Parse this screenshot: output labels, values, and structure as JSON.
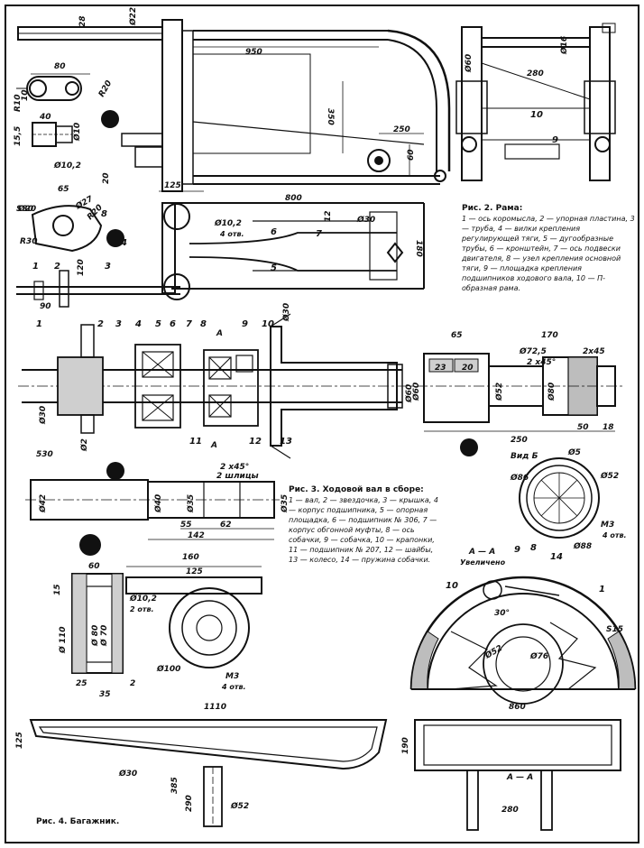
{
  "fig2": {
    "title": "Рис. 2. Рама:",
    "legend": "1 — ось коромысла, 2 — упорная пластина, 3 — труба, 4 — вилки крепления регулирующей тяги, 5 — дугообразные трубы, 6 — кронштейн, 7 — ось подвески двигателя, 8 — узел крепления основной тяги, 9 — площадка крепления подшипников ходового вала, 10 — П-образная рама."
  },
  "fig3": {
    "title": "Рис. 3. Ходовой вал в сборе:",
    "legend": "1 — вал, 2 — звездочка, 3 — крышка, 4 — корпус подшипника, 5 — опорная площадка, 6 — подшипник № 306, 7 — корпус обгонной муфты, 8 — ось собачки, 9 — собачка, 10 — крапонки, 11 — подшипник № 207, 12 — шайбы, 13 — колесо, 14 — пружина собачки."
  },
  "fig4": {
    "title": "Рис. 4. Багажник."
  },
  "frame_top": {
    "dims": [
      "950",
      "350",
      "250",
      "60",
      "125",
      "20",
      "Ø22",
      "28",
      "R20",
      "80",
      "Ø16"
    ],
    "dims_right": [
      "280",
      "Ø60",
      "Ø16"
    ],
    "callouts": [
      "10",
      "9"
    ]
  },
  "frame_plan": {
    "dims": [
      "800",
      "Ø10,2",
      "4 отв.",
      "Ø30",
      "12",
      "180",
      "Ø20",
      "65",
      "R20",
      "S30",
      "R30",
      "Ø27",
      "40",
      "15,5",
      "Ø10",
      "Ø10,2"
    ],
    "callouts": [
      "1",
      "2",
      "3",
      "4",
      "5",
      "6",
      "7",
      "8"
    ],
    "extra": [
      "90",
      "120",
      "Ø30",
      "10",
      "R10"
    ]
  },
  "shaft": {
    "callouts": [
      "1",
      "2",
      "3",
      "4",
      "5",
      "6",
      "7",
      "8",
      "9",
      "10",
      "11",
      "12",
      "13"
    ],
    "dims": [
      "Ø30",
      "Ø60",
      "Ø2"
    ],
    "section_marks": [
      "А",
      "А"
    ],
    "bottom_dims": [
      "530",
      "Ø42",
      "Ø40",
      "Ø35",
      "Ø35",
      "2 x45°",
      "2 шлицы",
      "55",
      "62",
      "142"
    ]
  },
  "hub": {
    "dims": [
      "65",
      "170",
      "Ø72,5",
      "2 x45°",
      "2x45",
      "23",
      "20",
      "Ø52",
      "Ø60",
      "Ø80",
      "50",
      "18",
      "250"
    ]
  },
  "view_b": {
    "label": "Вид Б",
    "dims": [
      "Ø5",
      "Ø52",
      "Ø86",
      "Ø88",
      "М3",
      "4 отв."
    ]
  },
  "section_aa": {
    "label": "А — А",
    "sublabel": "Увеличено",
    "callouts": [
      "10",
      "9",
      "8",
      "14",
      "1"
    ],
    "dims": [
      "30°",
      "Ø52",
      "Ø76",
      "S15"
    ]
  },
  "part_small": {
    "dims": [
      "60",
      "15",
      "Ø 110",
      "Ø 80",
      "Ø 70",
      "25",
      "2",
      "35"
    ]
  },
  "wheel_part": {
    "dims": [
      "160",
      "125",
      "Ø10,2",
      "2 отв.",
      "Ø100",
      "М3",
      "4 отв."
    ]
  },
  "rack": {
    "dims": [
      "1110",
      "125",
      "Ø30",
      "385",
      "290",
      "Ø52",
      "190"
    ],
    "dims_right": [
      "860",
      "280"
    ],
    "section_label": "А — А"
  }
}
